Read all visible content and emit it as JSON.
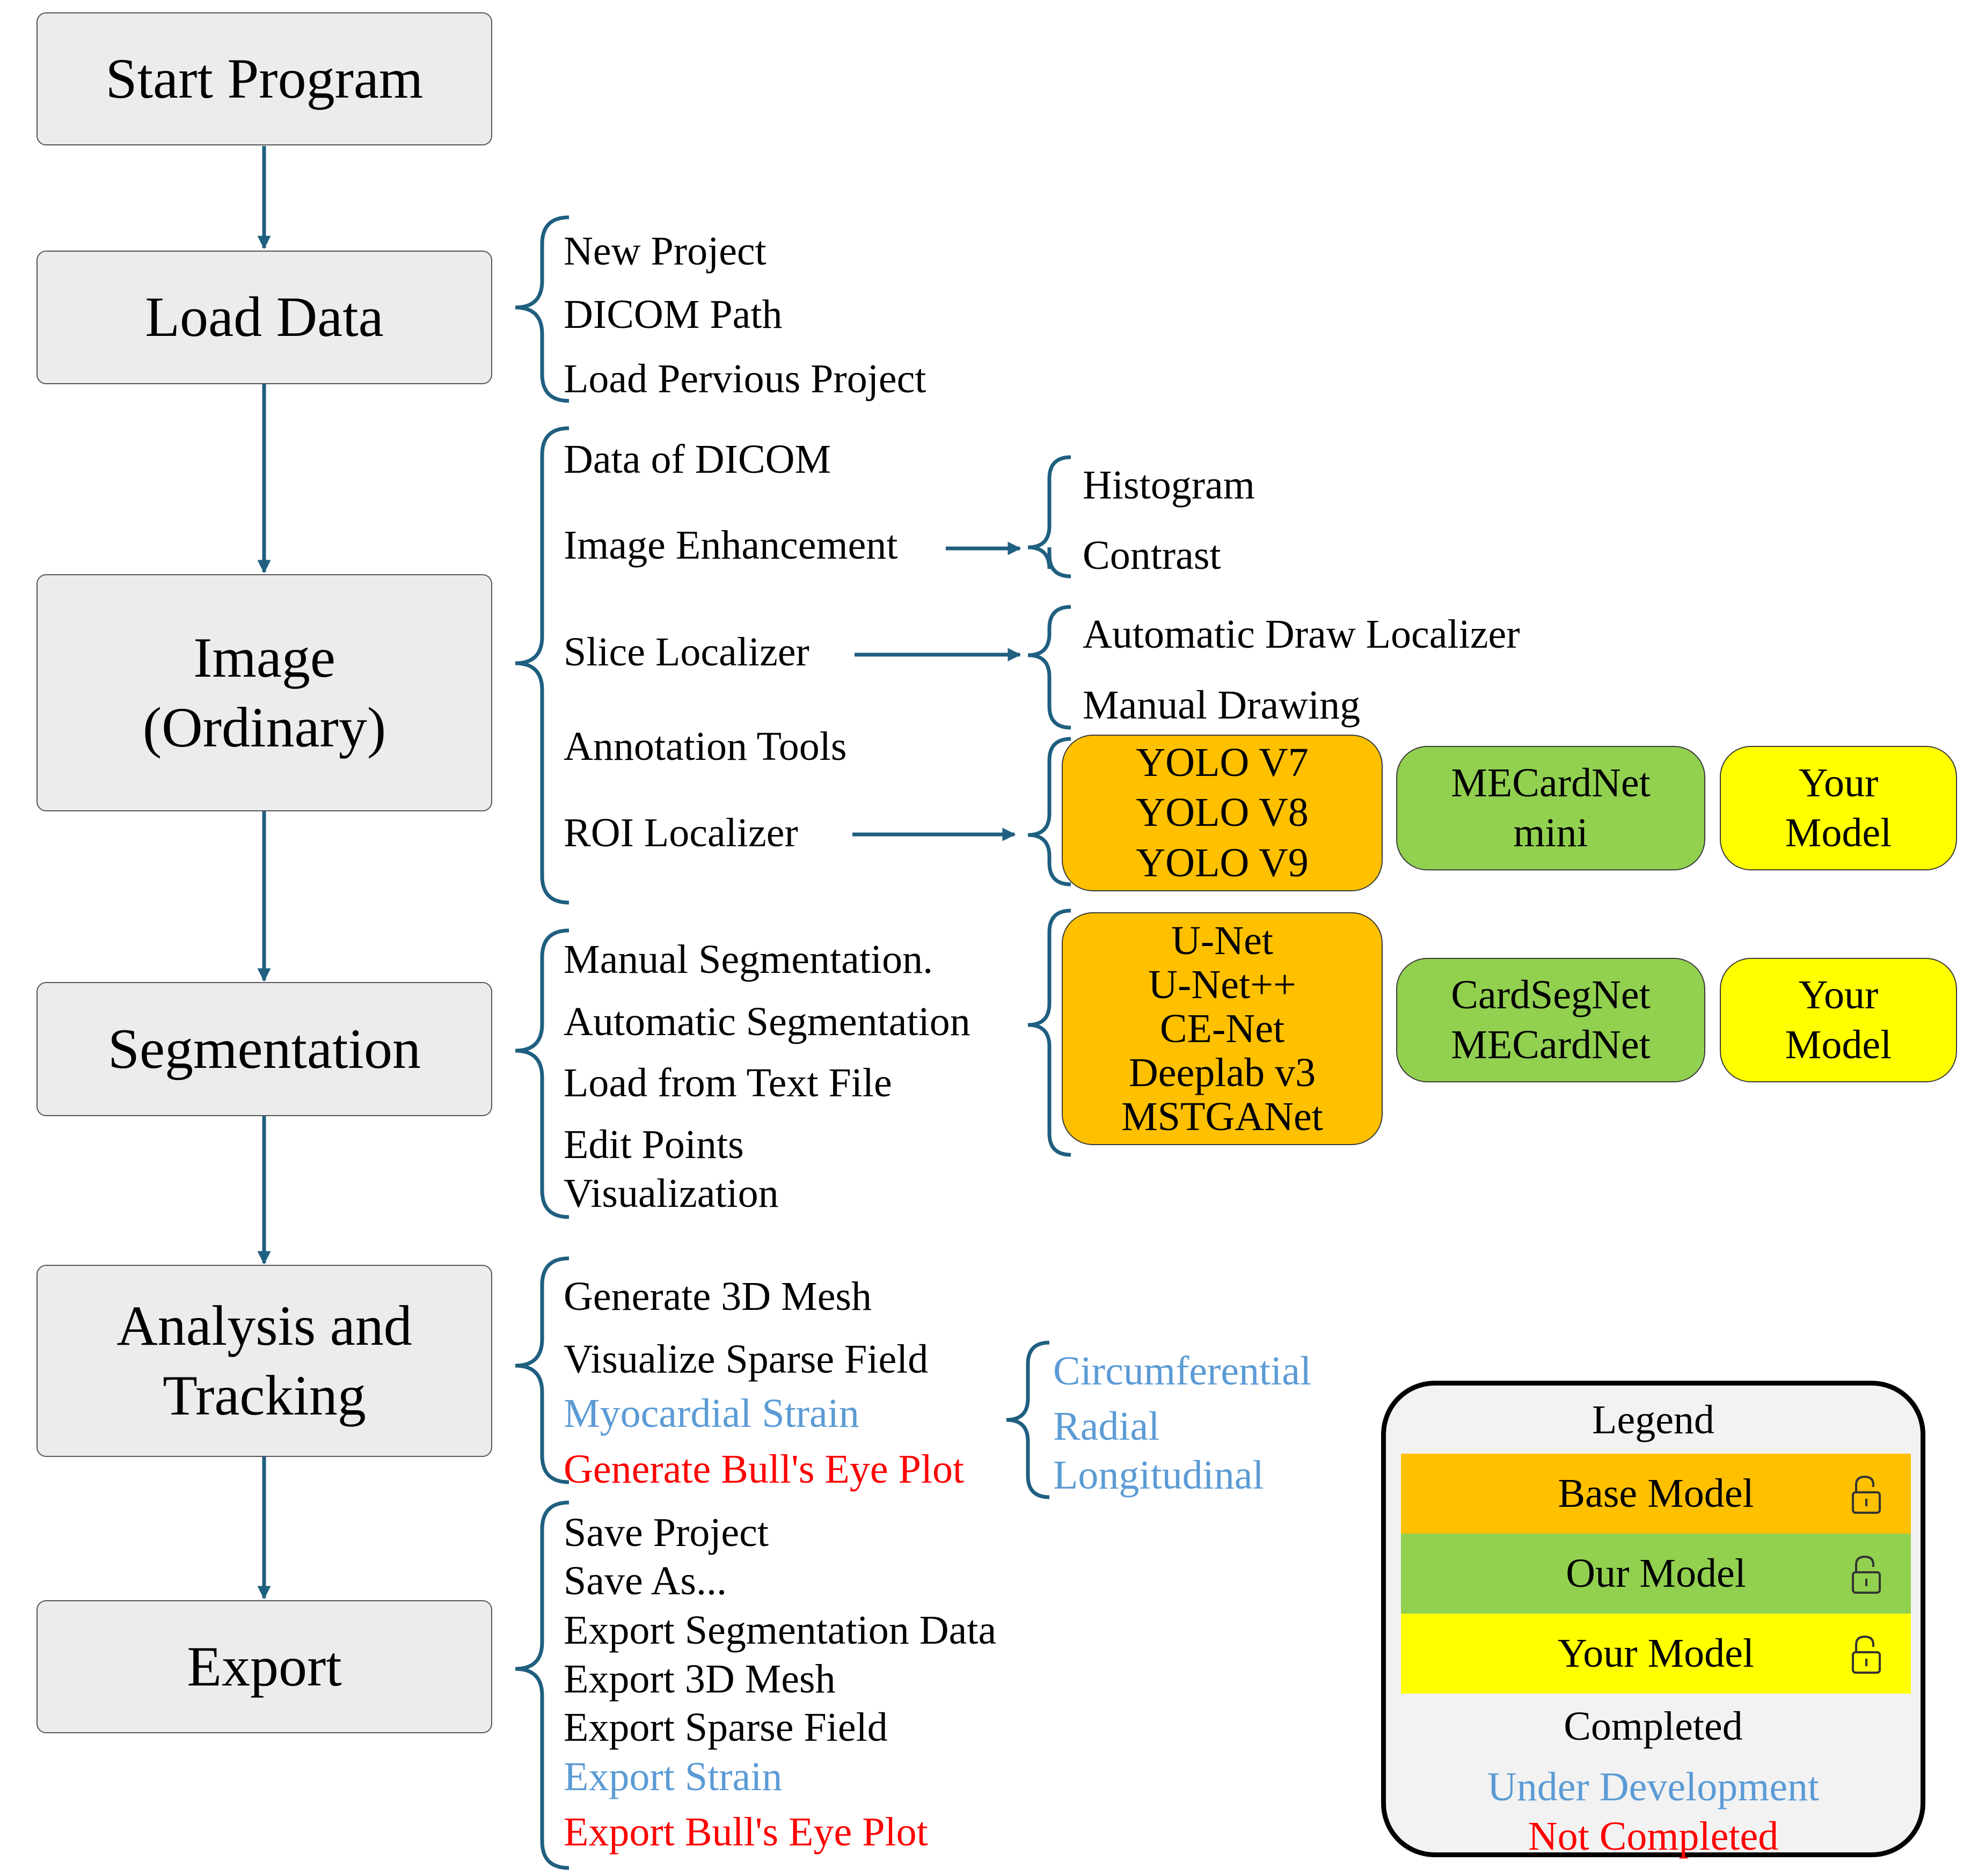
{
  "colors": {
    "arrow": "#1f5f80",
    "step_fill": "#ececec",
    "base_model": "#ffc000",
    "our_model": "#92d050",
    "your_model": "#ffff00",
    "under_development": "#5b9bd5",
    "not_completed": "#ff0000"
  },
  "steps": {
    "start": "Start Program",
    "load": "Load Data",
    "image_line1": "Image",
    "image_line2": "(Ordinary)",
    "segmentation": "Segmentation",
    "analysis_line1": "Analysis and",
    "analysis_line2": "Tracking",
    "export": "Export"
  },
  "load_items": [
    "New Project",
    "DICOM Path",
    "Load Pervious Project"
  ],
  "image_items": [
    "Data of DICOM",
    "Image Enhancement",
    "Slice Localizer",
    "Annotation Tools",
    "ROI Localizer"
  ],
  "enhancement_items": [
    "Histogram",
    "Contrast"
  ],
  "localizer_items": [
    "Automatic Draw Localizer",
    "Manual Drawing"
  ],
  "roi_models": {
    "base": [
      "YOLO V7",
      "YOLO V8",
      "YOLO V9"
    ],
    "ours": [
      "MECardNet",
      "mini"
    ],
    "yours": [
      "Your",
      "Model"
    ]
  },
  "segmentation_items": [
    "Manual Segmentation.",
    "Automatic Segmentation",
    "Load from Text File",
    "Edit Points",
    "Visualization"
  ],
  "seg_models": {
    "base": [
      "U-Net",
      "U-Net++",
      "CE-Net",
      "Deeplab v3",
      "MSTGANet"
    ],
    "ours": [
      "CardSegNet",
      "MECardNet"
    ],
    "yours": [
      "Your",
      "Model"
    ]
  },
  "analysis_items": [
    "Generate 3D Mesh",
    "Visualize Sparse Field",
    "Myocardial Strain",
    "Generate Bull's Eye Plot"
  ],
  "strain_items": [
    "Circumferential",
    "Radial",
    "Longitudinal"
  ],
  "export_items": [
    "Save Project",
    "Save As...",
    "Export Segmentation Data",
    "Export 3D Mesh",
    "Export Sparse Field",
    "Export Strain",
    "Export Bull's Eye Plot"
  ],
  "legend": {
    "title": "Legend",
    "base": "Base Model",
    "ours": "Our Model",
    "yours": "Your Model",
    "completed": "Completed",
    "under_development": "Under Development",
    "not_completed": "Not Completed",
    "lock_icon": "unlocked-padlock-icon"
  }
}
